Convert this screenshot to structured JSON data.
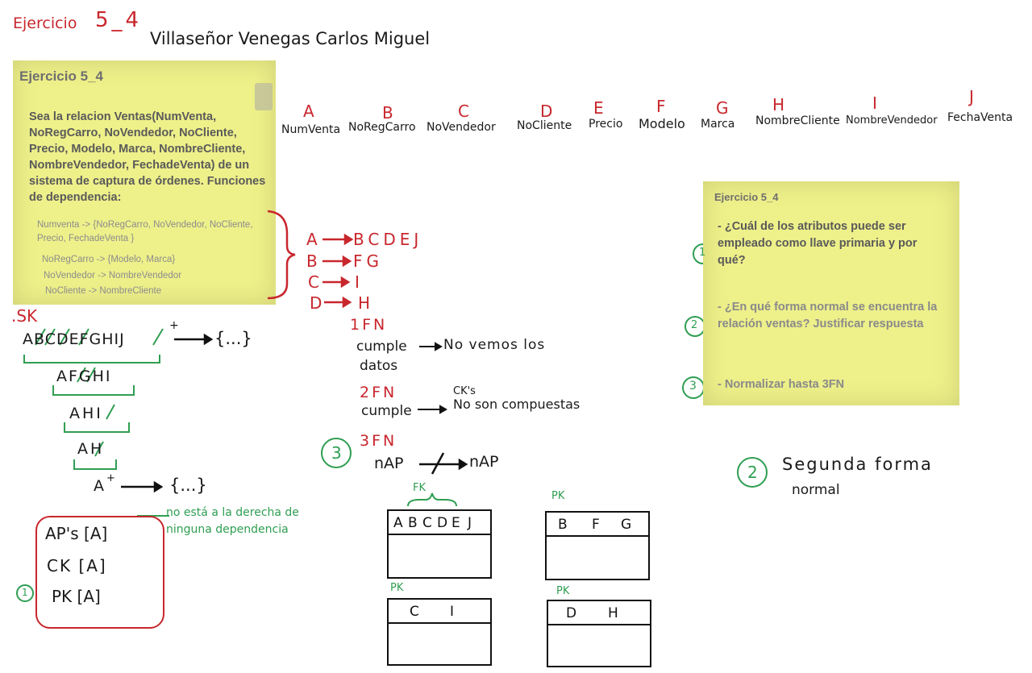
{
  "header": {
    "exercise_label": "Ejercicio",
    "exercise_number": "5_4",
    "student_name": "Villaseñor Venegas Carlos Miguel"
  },
  "slide_left": {
    "title": "Ejercicio 5_4",
    "statement": "Sea la relacion Ventas(NumVenta, NoRegCarro, NoVendedor, NoCliente, Precio, Modelo, Marca, NombreCliente, NombreVendedor, FechadeVenta) de un sistema de captura de órdenes. Funciones de dependencia:",
    "dependencies": [
      "Numventa -> {NoRegCarro, NoVendedor, NoCliente, Precio, FechadeVenta }",
      "NoRegCarro -> {Modelo, Marca}",
      "NoVendedor -> NombreVendedor",
      "NoCliente -> NombreCliente"
    ]
  },
  "attributes": [
    {
      "letter": "A",
      "name": "NumVenta"
    },
    {
      "letter": "B",
      "name": "NoRegCarro"
    },
    {
      "letter": "C",
      "name": "NoVendedor"
    },
    {
      "letter": "D",
      "name": "NoCliente"
    },
    {
      "letter": "E",
      "name": "Precio"
    },
    {
      "letter": "F",
      "name": "Modelo"
    },
    {
      "letter": "G",
      "name": "Marca"
    },
    {
      "letter": "H",
      "name": "NombreCliente"
    },
    {
      "letter": "I",
      "name": "NombreVendedor"
    },
    {
      "letter": "J",
      "name": "FechaVenta"
    }
  ],
  "fd_mapping": [
    {
      "lhs": "A",
      "rhs": "BCDEJ"
    },
    {
      "lhs": "B",
      "rhs": "FG"
    },
    {
      "lhs": "C",
      "rhs": "I"
    },
    {
      "lhs": "D",
      "rhs": "H"
    }
  ],
  "superkey": {
    "label": ".SK",
    "steps": [
      "ABCDEFGHIJ",
      "AFGHI",
      "AHI",
      "AH",
      "A"
    ],
    "plus": "+",
    "closure": "{...}"
  },
  "keys_box": {
    "aps": "AP's [A]",
    "ck": "CK [A]",
    "pk": "PK [A]",
    "note": "no está a la derecha de ninguna dependencia",
    "circle_number": "1"
  },
  "normal_forms": {
    "fn1_label": "1FN",
    "fn1_text_1": "cumple",
    "fn1_text_2": "No vemos los",
    "fn1_text_3": "datos",
    "fn2_label": "2FN",
    "fn2_ck": "CK's",
    "fn2_text_1": "cumple",
    "fn2_text_2": "No son compuestas",
    "fn3_label": "3FN",
    "fn3_circle": "3",
    "fn3_left": "nAP",
    "fn3_right": "nAP"
  },
  "tables": [
    {
      "tag": "FK",
      "columns": [
        "A",
        "B",
        "C",
        "D",
        "E",
        "J"
      ]
    },
    {
      "tag": "PK",
      "columns": [
        "B",
        "F",
        "G"
      ]
    },
    {
      "tag": "PK",
      "columns": [
        "C",
        "I"
      ]
    },
    {
      "tag": "PK",
      "columns": [
        "D",
        "H"
      ]
    }
  ],
  "slide_right": {
    "title": "Ejercicio 5_4",
    "questions": [
      {
        "num": "1",
        "text": "- ¿Cuál de los atributos puede ser empleado como llave primaria y por qué?"
      },
      {
        "num": "2",
        "text": "- ¿En qué forma normal se encuentra la relación ventas? Justificar respuesta"
      },
      {
        "num": "3",
        "text": "- Normalizar hasta 3FN"
      }
    ]
  },
  "answer_2": {
    "circle": "2",
    "text_1": "Segunda forma",
    "text_2": "normal"
  }
}
